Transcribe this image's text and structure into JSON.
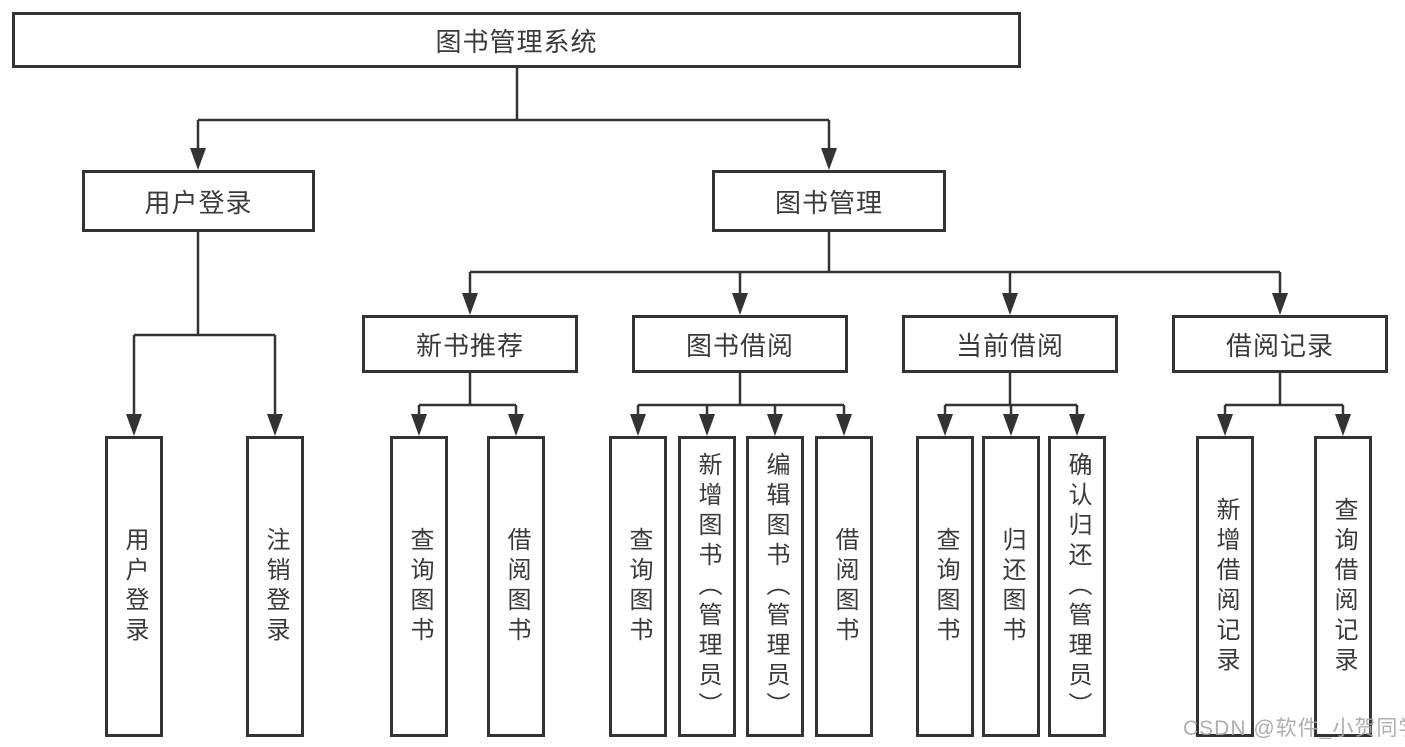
{
  "diagram": {
    "title": "图书管理系统",
    "branches": [
      {
        "label": "用户登录",
        "children": [
          {
            "label": "用户登录"
          },
          {
            "label": "注销登录"
          }
        ]
      },
      {
        "label": "图书管理",
        "children": [
          {
            "label": "新书推荐",
            "children": [
              {
                "label": "查询图书"
              },
              {
                "label": "借阅图书"
              }
            ]
          },
          {
            "label": "图书借阅",
            "children": [
              {
                "label": "查询图书"
              },
              {
                "label": "新增图书（管理员）"
              },
              {
                "label": "编辑图书（管理员）"
              },
              {
                "label": "借阅图书"
              }
            ]
          },
          {
            "label": "当前借阅",
            "children": [
              {
                "label": "查询图书"
              },
              {
                "label": "归还图书"
              },
              {
                "label": "确认归还（管理员）"
              }
            ]
          },
          {
            "label": "借阅记录",
            "children": [
              {
                "label": "新增借阅记录"
              },
              {
                "label": "查询借阅记录"
              }
            ]
          }
        ]
      }
    ]
  },
  "watermark": "CSDN @软件_小贺同学",
  "colors": {
    "line": "#333333",
    "text": "#3a3a3a",
    "background": "#ffffff",
    "watermark": "#a8a8a8"
  }
}
